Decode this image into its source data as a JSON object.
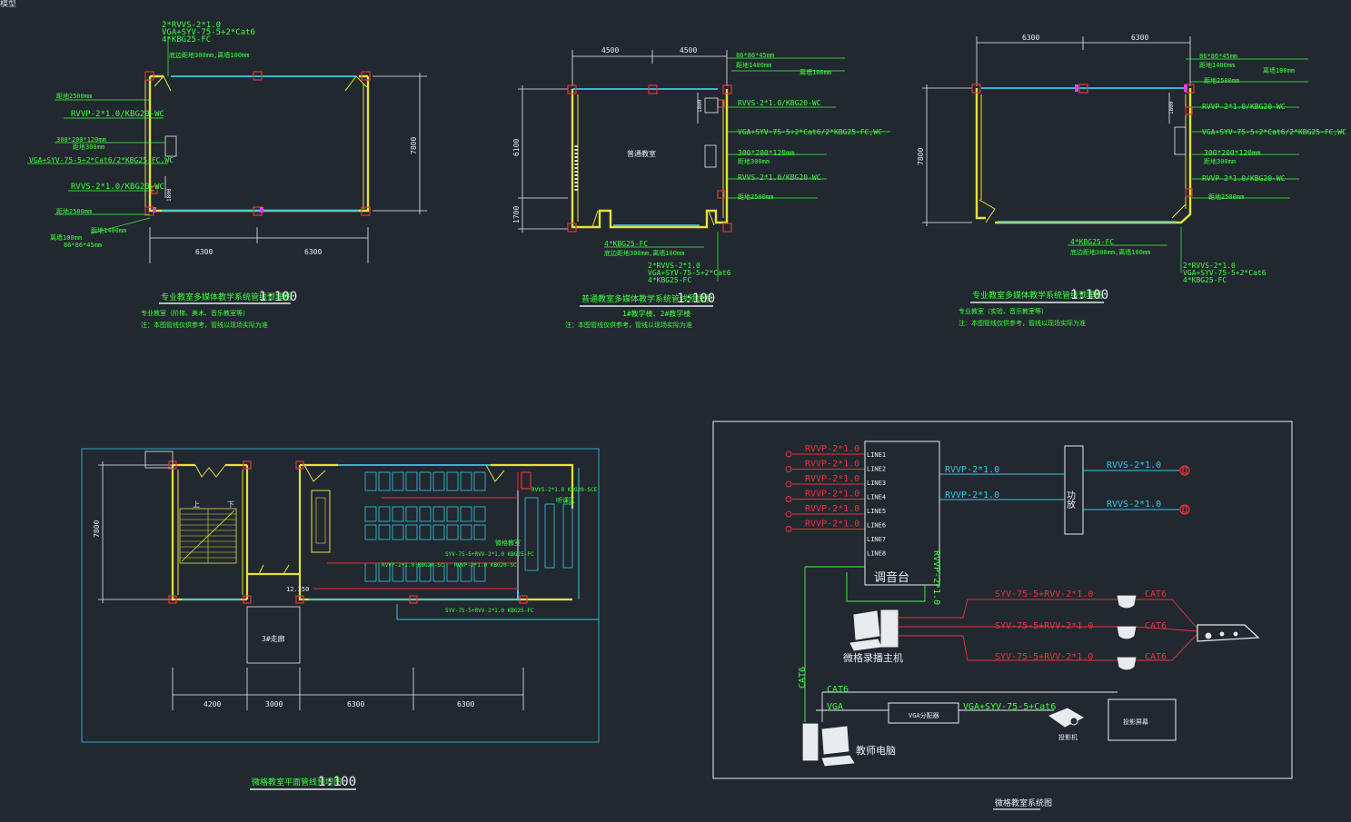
{
  "window": {
    "tab_label": "模型"
  },
  "colors": {
    "background": "#212830",
    "wall": "#e8e03a",
    "window": "#35c8e8",
    "label": "#3cff3c",
    "dim": "#e8ecef",
    "cable_red": "#e8343a",
    "cable_cyan": "#35c8e8",
    "cable_green": "#3cff3c",
    "column": "#e8343a",
    "equipment": "#e8ecef"
  },
  "plan1": {
    "title": "专业教室多媒体教学系统管线预埋图",
    "scale": "1:100",
    "note1": "专业教室（阶梯、美术、音乐教室等）",
    "note2": "注：本图管线仅供参考，管线以现场实际为准",
    "cable_1": "2*RVVS-2*1.0",
    "cable_2": "VGA+SYV-75-5+2*Cat6",
    "cable_3": "4*KBG25-FC",
    "cable_4": "底边距地300mm,离墙100mm",
    "left_1": "距地2500mm",
    "left_2": "RVVP-2*1.0/KBG20-WC",
    "left_3": "300*200*120mm",
    "left_4": "距地300mm",
    "left_5": "VGA+SYV-75-5+2*Cat6/2*KBG25-FC,WC",
    "left_6": "RVVS-2*1.0/KBG20-WC",
    "left_7": "距地2500mm",
    "bottom_1": "距地1400mm",
    "bottom_2": "离墙100mm",
    "bottom_3": "86*86*45mm",
    "dim_w1": "6300",
    "dim_w2": "6300",
    "dim_h": "7800",
    "dim_small": "1800"
  },
  "plan2": {
    "title": "普通教室多媒体教学系统管线预埋图",
    "scale": "1:100",
    "note1": "1#教学楼、2#教学楼",
    "note2": "注：本图管线仅供参考，管线以现场实际为准",
    "room": "普通教室",
    "dim_w1": "4500",
    "dim_w2": "4500",
    "dim_h1": "6100",
    "dim_h2": "1700",
    "dim_small": "1800",
    "r1": "86*86*45mm",
    "r2": "距地1400mm",
    "r3": "离墙100mm",
    "r4": "RVVS-2*1.0/KBG20-WC",
    "r5": "VGA+SYV-75-5+2*Cat6/2*KBG25-FC,WC",
    "r6": "300*200*120mm",
    "r7": "距地300mm",
    "r8": "RVVS-2*1.0/KBG20-WC",
    "r9": "距地2500mm",
    "b1": "4*KBG25-FC",
    "b2": "底边距地300mm,离墙100mm",
    "b3": "2*RVVS-2*1.0",
    "b4": "VGA+SYV-75-5+2*Cat6",
    "b5": "4*KBG25-FC"
  },
  "plan3": {
    "title": "专业教室多媒体教学系统管线预埋图",
    "scale": "1:100",
    "note1": "专业教室（实验、音乐教室等）",
    "note2": "注：本图管线仅供参考，管线以现场实际为准",
    "dim_w1": "6300",
    "dim_w2": "6300",
    "dim_h": "7800",
    "dim_small": "1800",
    "r1": "86*86*45mm",
    "r2": "距地1400mm",
    "r3": "离墙100mm",
    "r4": "距地2500mm",
    "r5": "RVVP-2*1.0/KBG20-WC",
    "r6": "VGA+SYV-75-5+2*Cat6/2*KBG25-FC,WC",
    "r7": "300*200*120mm",
    "r8": "距地300mm",
    "r9": "RVVP-2*1.0/KBG20-WC",
    "r10": "距地2500mm",
    "b1": "4*KBG25-FC",
    "b2": "底边距地300mm,离墙100mm",
    "b3": "2*RVVS-2*1.0",
    "b4": "VGA+SYV-75-5+2*Cat6",
    "b5": "4*KBG25-FC"
  },
  "plan4": {
    "title": "微格教室平面管线预埋图",
    "scale": "1:100",
    "stair_up": "上",
    "stair_down": "下",
    "corridor": "3#走廊",
    "dim_h": "7800",
    "dim_1": "4200",
    "dim_2": "3000",
    "dim_3": "6300",
    "dim_4": "6300",
    "elev": "12.350",
    "room": "微格教室",
    "room2": "听课区",
    "cable_a": "RVVP-2*1.0 KBG20-SC",
    "cable_b": "RVVP-2*1.0 KBG20-SC",
    "cable_c": "RVVS-2*1.0 KBG20-SCE",
    "cable_d": "SYV-75-5+RVV-2*1.0 KBG25-FC",
    "cable_e": "SYV-75-5+RVV-2*1.0 KBG25-FC"
  },
  "system": {
    "title": "微格教室系统图",
    "mic_cables": [
      "RVVP-2*1.0",
      "RVVP-2*1.0",
      "RVVP-2*1.0",
      "RVVP-2*1.0",
      "RVVP-2*1.0",
      "RVVP-2*1.0"
    ],
    "lines": [
      "LINE1",
      "LINE2",
      "LINE3",
      "LINE4",
      "LINE5",
      "LINE6",
      "LINE7",
      "LINE8"
    ],
    "mixer": "调音台",
    "amp": "功放",
    "amp_in_1": "RVVP-2*1.0",
    "amp_in_2": "RVVP-2*1.0",
    "spk_1": "RVVS-2*1.0",
    "spk_2": "RVVS-2*1.0",
    "mixer_out": "RVVP-2*1.0",
    "host": "微格录播主机",
    "cam_cable": "SYV-75-5+RVV-2*1.0",
    "cat6": "CAT6",
    "cat6_v": "CAT6",
    "pc_cat6": "CAT6",
    "pc_vga": "VGA",
    "splitter": "VGA分配器",
    "proj_cable": "VGA+SYV-75-5+Cat6",
    "projector": "投影机",
    "screen": "投影屏幕",
    "pc": "教师电脑"
  }
}
